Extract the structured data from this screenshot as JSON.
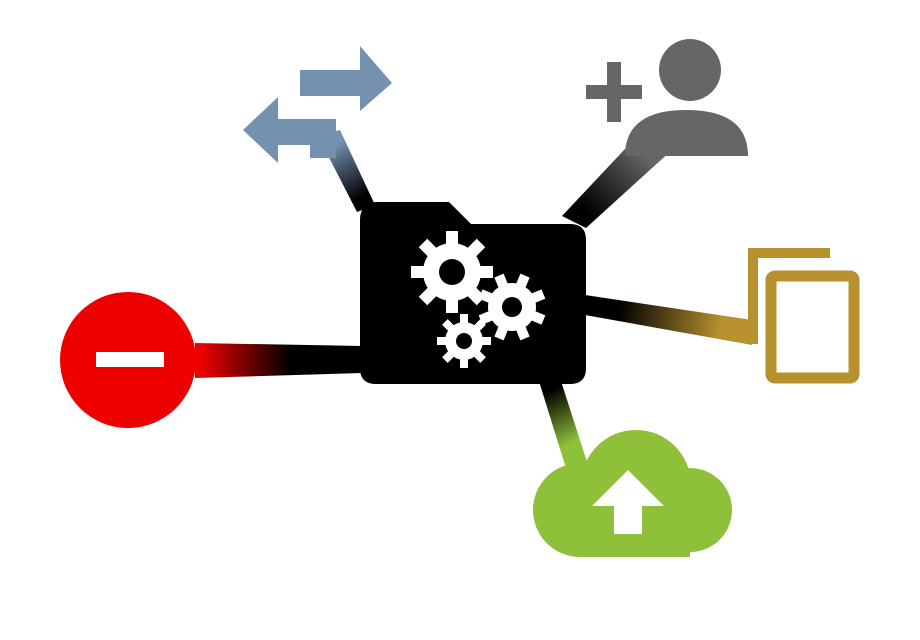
{
  "diagram": {
    "hub": {
      "icon": "folder-settings-icon",
      "color": "#000000",
      "accent": "#ffffff"
    },
    "spokes": [
      {
        "id": "transfer",
        "icon": "swap-arrows-icon",
        "color": "#7591b0"
      },
      {
        "id": "add-user",
        "icon": "add-user-icon",
        "color": "#666666"
      },
      {
        "id": "copy",
        "icon": "copy-icon",
        "color": "#b8912f"
      },
      {
        "id": "upload",
        "icon": "cloud-upload-icon",
        "color": "#8fc03a"
      },
      {
        "id": "remove",
        "icon": "remove-icon",
        "color": "#ee0000"
      }
    ]
  }
}
